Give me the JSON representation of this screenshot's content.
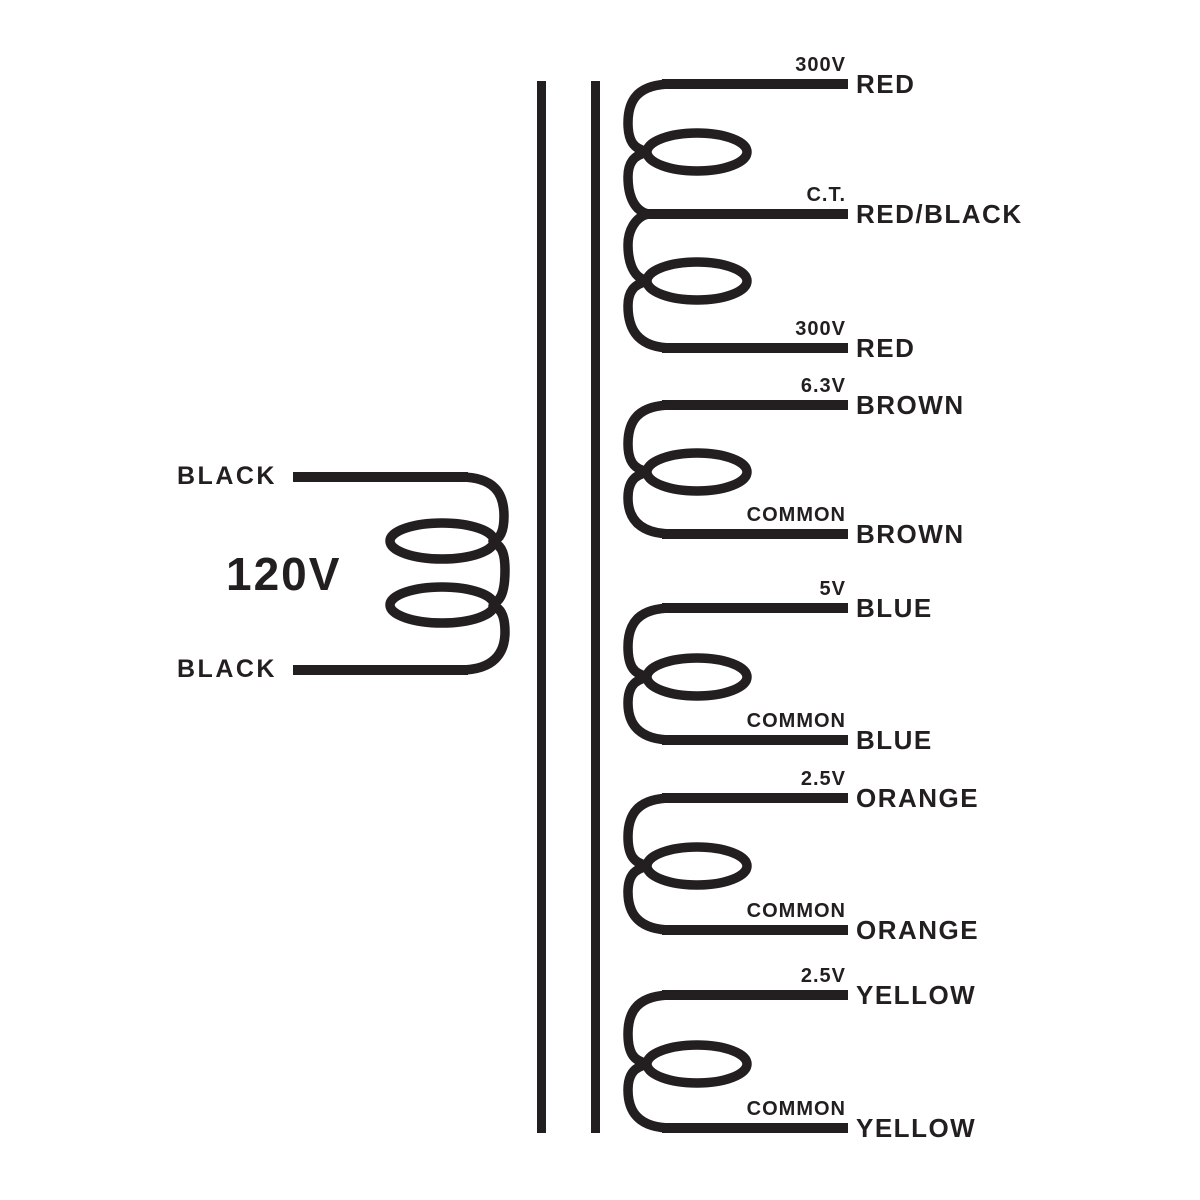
{
  "page": {
    "background": "#ffffff",
    "ink": "#231f20"
  },
  "primary": {
    "voltage": "120V",
    "top_lead": "BLACK",
    "bottom_lead": "BLACK"
  },
  "secondaries": [
    {
      "tap": "300V",
      "wire": "RED"
    },
    {
      "tap": "C.T.",
      "wire": "RED/BLACK"
    },
    {
      "tap": "300V",
      "wire": "RED"
    },
    {
      "tap": "6.3V",
      "wire": "BROWN"
    },
    {
      "tap": "COMMON",
      "wire": "BROWN"
    },
    {
      "tap": "5V",
      "wire": "BLUE"
    },
    {
      "tap": "COMMON",
      "wire": "BLUE"
    },
    {
      "tap": "2.5V",
      "wire": "ORANGE"
    },
    {
      "tap": "COMMON",
      "wire": "ORANGE"
    },
    {
      "tap": "2.5V",
      "wire": "YELLOW"
    },
    {
      "tap": "COMMON",
      "wire": "YELLOW"
    }
  ]
}
